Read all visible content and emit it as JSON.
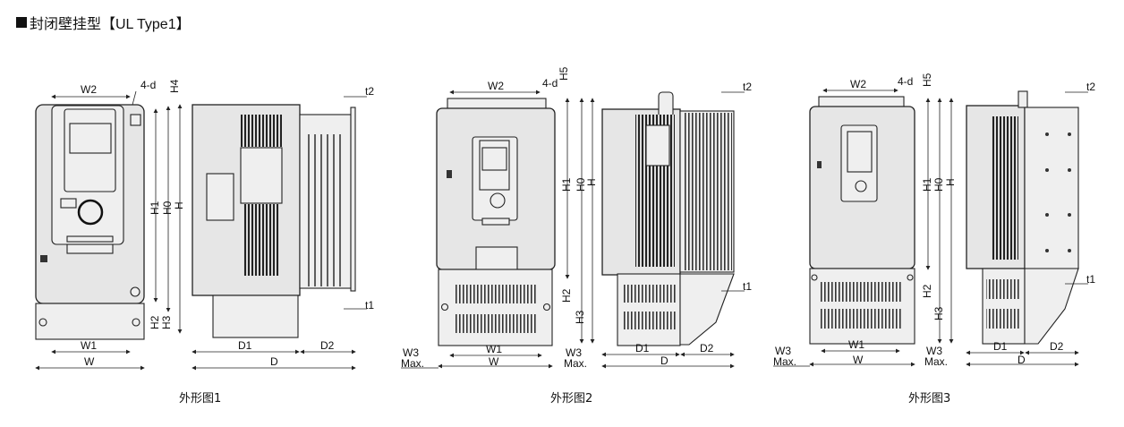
{
  "title": "封闭壁挂型【UL Type1】",
  "figures": [
    {
      "caption": "外形图1",
      "labels": {
        "W2": "W2",
        "hole": "4-d",
        "H4": "H4",
        "H1": "H1",
        "H0": "H0",
        "H": "H",
        "H2": "H2",
        "H3": "H3",
        "W1": "W1",
        "W": "W",
        "D1": "D1",
        "D2": "D2",
        "D": "D",
        "t1": "t1",
        "t2": "t2"
      }
    },
    {
      "caption": "外形图2",
      "labels": {
        "W2": "W2",
        "hole": "4-d",
        "H5": "H5",
        "H1": "H1",
        "H0": "H0",
        "H": "H",
        "H2": "H2",
        "H3": "H3",
        "W1": "W1",
        "W": "W",
        "W3a": "W3",
        "Max_a": "Max.",
        "W3b": "W3",
        "Max_b": "Max.",
        "D1": "D1",
        "D2": "D2",
        "D": "D",
        "t1": "t1",
        "t2": "t2"
      }
    },
    {
      "caption": "外形图3",
      "labels": {
        "W2": "W2",
        "hole": "4-d",
        "H5": "H5",
        "H1": "H1",
        "H0": "H0",
        "H": "H",
        "H2": "H2",
        "H3": "H3",
        "W1": "W1",
        "W": "W",
        "W3a": "W3",
        "Max_a": "Max.",
        "W3b": "W3",
        "Max_b": "Max.",
        "D1": "D1",
        "D2": "D2",
        "D": "D",
        "t1": "t1",
        "t2": "t2"
      }
    }
  ]
}
